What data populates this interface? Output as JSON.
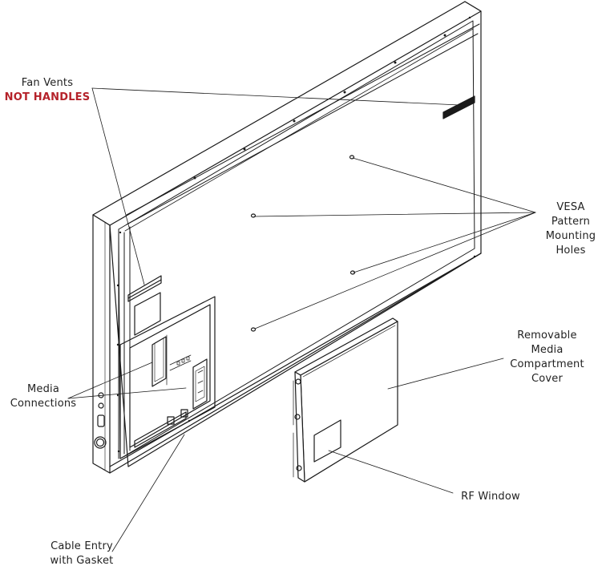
{
  "colors": {
    "ink": "#1a1a1a",
    "label": "#222222",
    "warning": "#b5222a",
    "background": "#ffffff"
  },
  "labels": {
    "fan_vents": {
      "line1": "Fan Vents",
      "warning": "NOT HANDLES"
    },
    "vesa": {
      "line1": "VESA",
      "line2": "Pattern",
      "line3": "Mounting",
      "line4": "Holes"
    },
    "removable_cover": {
      "line1": "Removable",
      "line2": "Media",
      "line3": "Compartment",
      "line4": "Cover"
    },
    "media_connections": {
      "line1": "Media",
      "line2": "Connections"
    },
    "rf_window": {
      "line1": "RF Window"
    },
    "cable_entry": {
      "line1": "Cable Entry",
      "line2": "with Gasket"
    }
  }
}
